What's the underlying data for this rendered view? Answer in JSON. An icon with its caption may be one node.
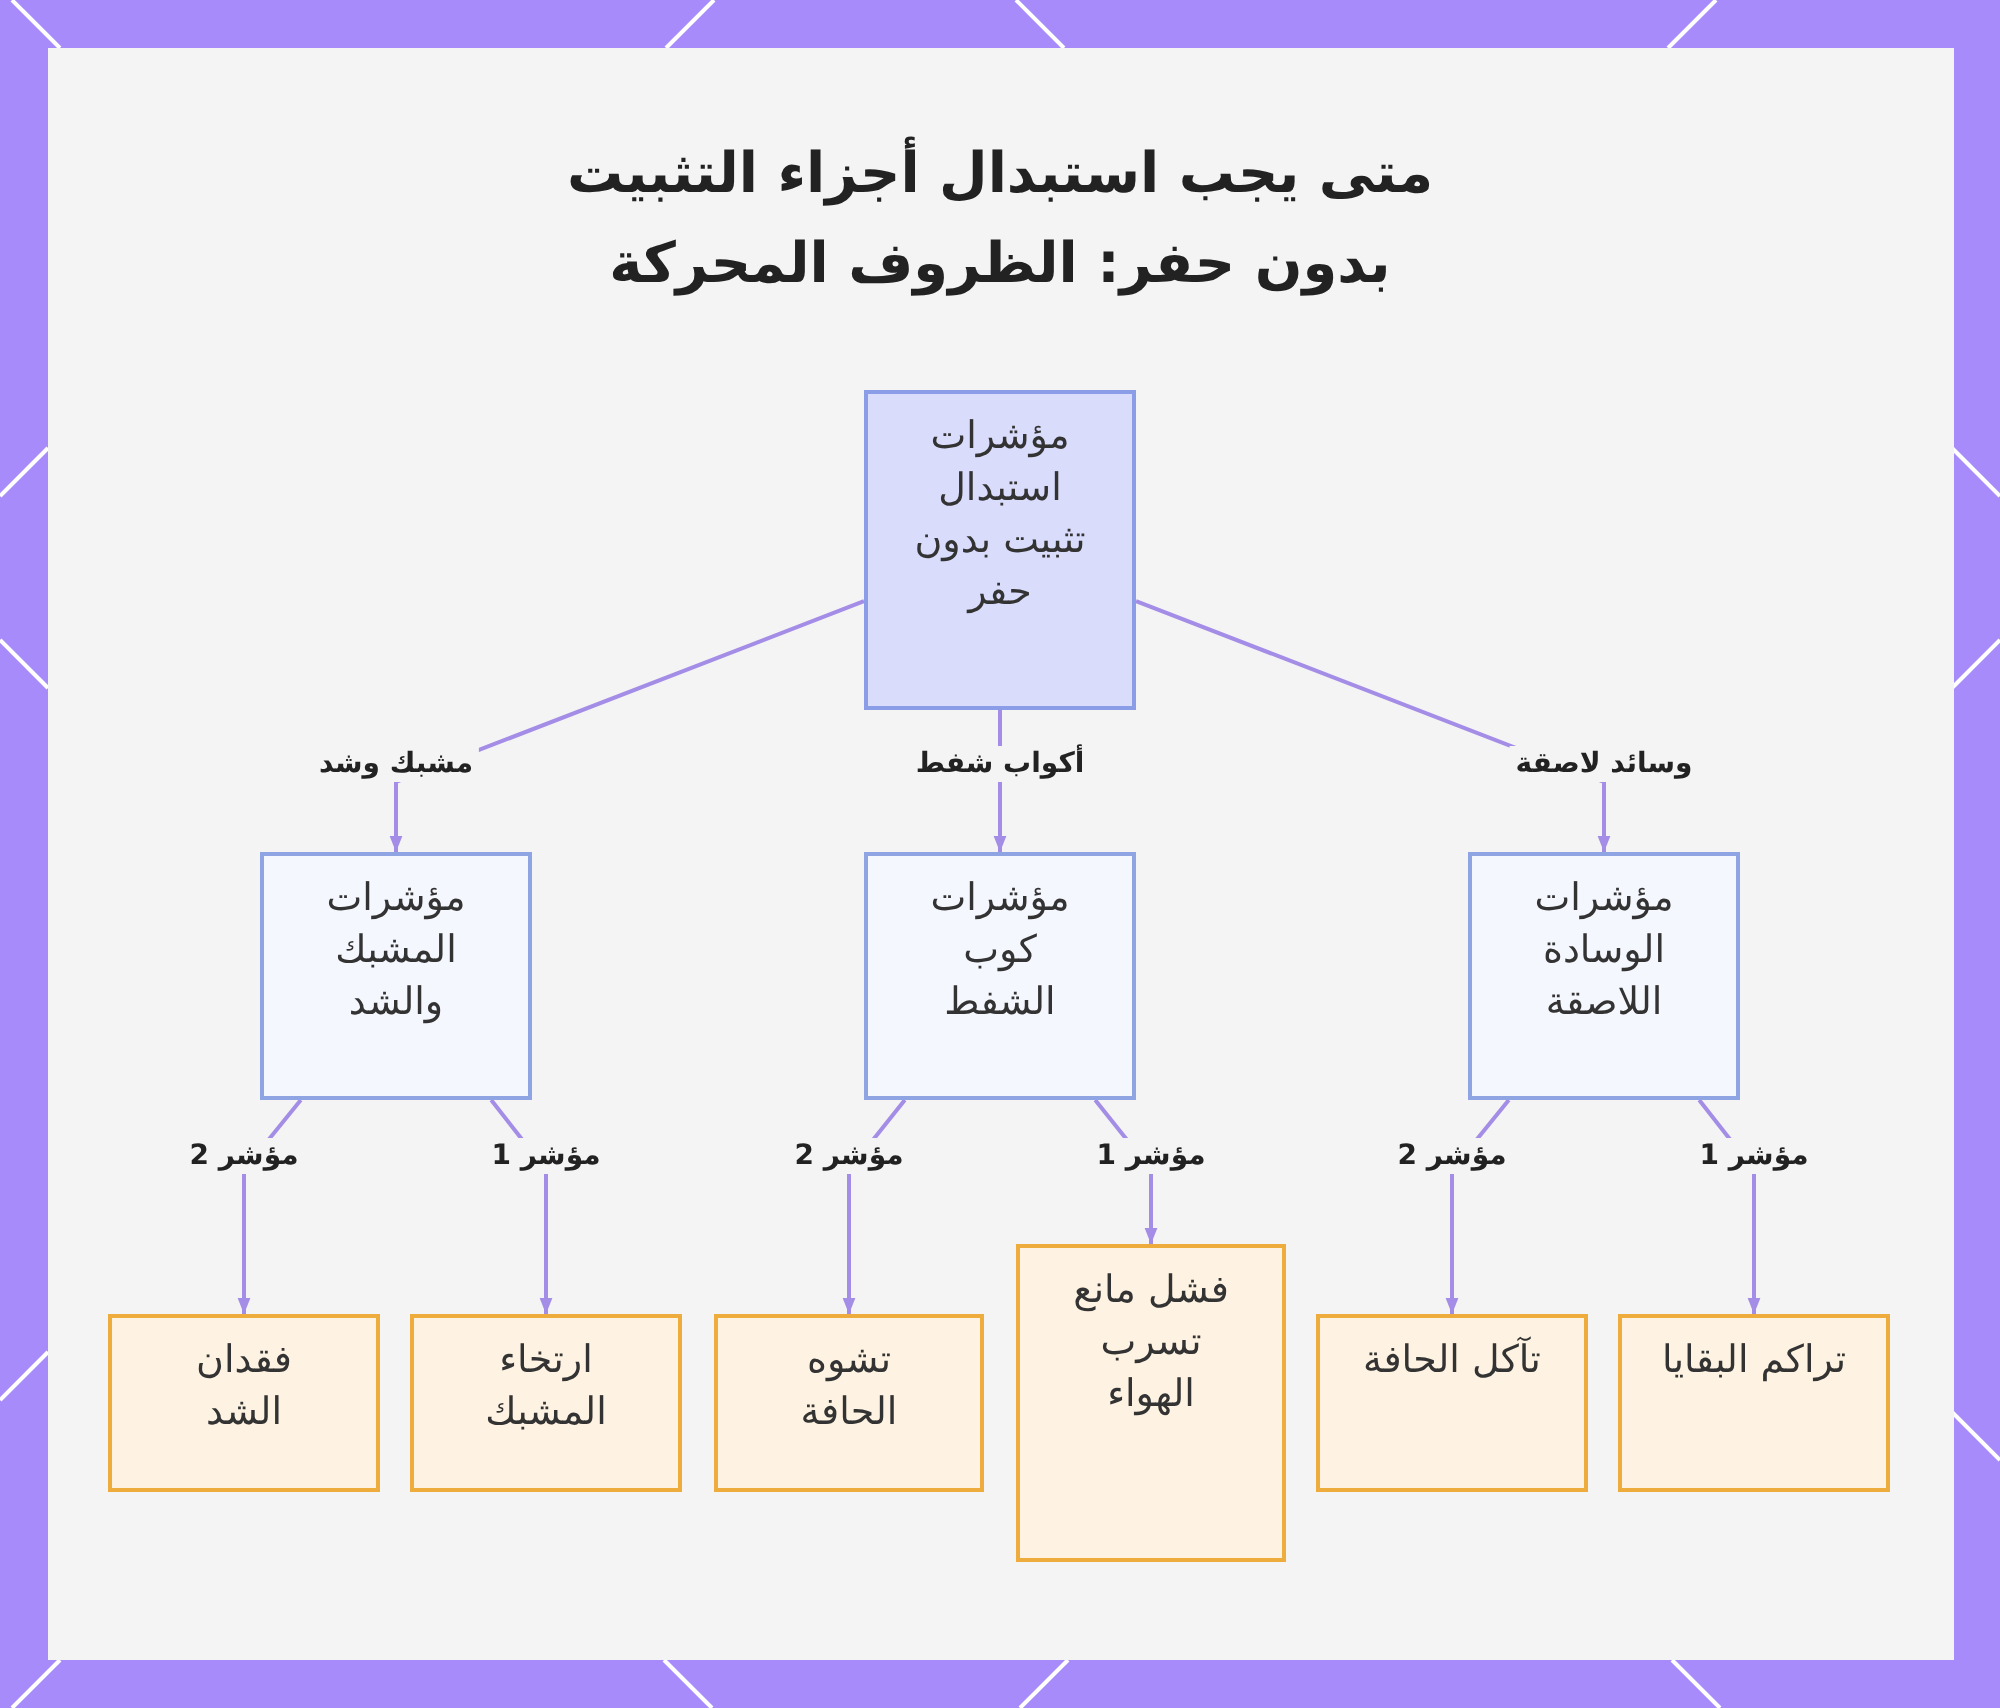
{
  "diagram": {
    "title": "متى يجب استبدال أجزاء التثبيت بدون حفر: الظروف المحركة",
    "nodes": [
      {
        "text": [
          "مؤشرات استبدال تثبيت بدون حفر"
        ]
      },
      {
        "text": [
          "مؤشرات المشبك والشد"
        ]
      },
      {
        "text": [
          "مؤشرات كوب الشفط"
        ]
      },
      {
        "text": [
          "مؤشرات الوسادة اللاصقة"
        ]
      },
      {
        "text": [
          "فقدان الشد"
        ]
      },
      {
        "text": [
          "ارتخاء المشبك"
        ]
      },
      {
        "text": [
          "تشوه الحافة"
        ]
      },
      {
        "text": [
          "فشل مانع تسرب الهواء"
        ]
      },
      {
        "text": [
          "تآكل الحافة"
        ]
      },
      {
        "text": [
          "تراكم البقايا"
        ]
      }
    ],
    "edges": [
      {
        "from": 0,
        "to": 1,
        "arrow": "to",
        "label": "مشبك وشد"
      },
      {
        "from": 0,
        "to": 2,
        "arrow": "to",
        "label": "أكواب شفط"
      },
      {
        "from": 0,
        "to": 3,
        "arrow": "to",
        "label": "وسائد لاصقة"
      },
      {
        "from": 1,
        "to": 4,
        "arrow": "to",
        "label": "مؤشر 2"
      },
      {
        "from": 1,
        "to": 5,
        "arrow": "to",
        "label": "مؤشر 1"
      },
      {
        "from": 2,
        "to": 6,
        "arrow": "to",
        "label": "مؤشر 2"
      },
      {
        "from": 2,
        "to": 7,
        "arrow": "to",
        "label": "مؤشر 1"
      },
      {
        "from": 3,
        "to": 8,
        "arrow": "to",
        "label": "مؤشر 2"
      },
      {
        "from": 3,
        "to": 9,
        "arrow": "to",
        "label": "مؤشر 1"
      }
    ]
  }
}
